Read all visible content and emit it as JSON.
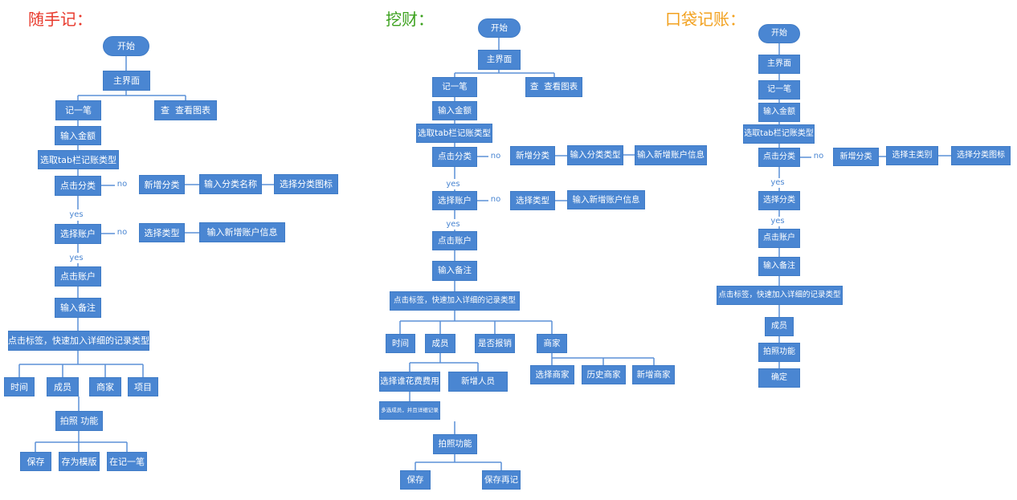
{
  "colors": {
    "node_fill": "#4a86d2",
    "node_text": "#ffffff",
    "connector": "#5b90d7",
    "branch_label": "#4a86d2",
    "title_suishouji": "#e8392c",
    "title_wacai": "#3ba11d",
    "title_koudai": "#f2a11f",
    "background": "#ffffff"
  },
  "suishouji": {
    "title": "随手记：",
    "nodes": {
      "start": "开始",
      "main": "主界面",
      "record": "记一笔",
      "chart": "查  查看图表",
      "amount": "输入金额",
      "tab_type": "选取tab栏记账类型",
      "click_category": "点击分类",
      "new_category": "新增分类",
      "category_name": "输入分类名称",
      "category_icon": "选择分类图标",
      "choose_account": "选择账户",
      "choose_type": "选择类型",
      "new_account_info": "输入新增账户信息",
      "click_account": "点击账户",
      "note": "输入备注",
      "tag": "点击标签，快速加入详细的记录类型",
      "time": "时间",
      "member": "成员",
      "merchant": "商家",
      "project": "项目",
      "photo": "拍照 功能",
      "save": "保存",
      "save_template": "存为模版",
      "record_again": "在记一笔"
    },
    "branch_labels": {
      "category_no": "no",
      "category_yes": "yes",
      "account_no": "no",
      "account_yes": "yes"
    }
  },
  "wacai": {
    "title": "挖财：",
    "nodes": {
      "start": "开始",
      "main": "主界面",
      "record": "记一笔",
      "chart": "查  查看图表",
      "amount": "输入金额",
      "tab_type": "选取tab栏记账类型",
      "click_category": "点击分类",
      "new_category": "新增分类",
      "category_type": "输入分类类型",
      "new_account_info_1": "输入新增账户信息",
      "choose_account": "选择账户",
      "choose_type": "选择类型",
      "new_account_info_2": "输入新增账户信息",
      "click_account": "点击账户",
      "note": "输入备注",
      "tag": "点击标签，快速加入详细的记录类型",
      "time": "时间",
      "member": "成员",
      "reimburse": "是否报销",
      "merchant": "商家",
      "choose_merchant": "选择商家",
      "history_merchant": "历史商家",
      "new_merchant": "新增商家",
      "who_paid": "选择谁花费费用",
      "new_person": "新增人员",
      "multi_member_note": "多选成员，并且详细记录",
      "photo": "拍照功能",
      "save": "保存",
      "save_again": "保存再记"
    },
    "branch_labels": {
      "category_no": "no",
      "category_yes": "yes",
      "account_no": "no",
      "account_yes": "yes"
    }
  },
  "koudai": {
    "title": "口袋记账：",
    "nodes": {
      "start": "开始",
      "main": "主界面",
      "record": "记一笔",
      "amount": "输入金额",
      "tab_type": "选取tab栏记账类型",
      "click_category": "点击分类",
      "new_category": "新增分类",
      "main_category": "选择主类别",
      "category_icon": "选择分类图标",
      "choose_category": "选择分类",
      "click_account": "点击账户",
      "note": "输入备注",
      "tag": "点击标签，快速加入详细的记录类型",
      "member": "成员",
      "photo": "拍照功能",
      "confirm": "确定"
    },
    "branch_labels": {
      "category_no": "no",
      "category_yes": "yes",
      "choose_category_yes": "yes"
    }
  }
}
